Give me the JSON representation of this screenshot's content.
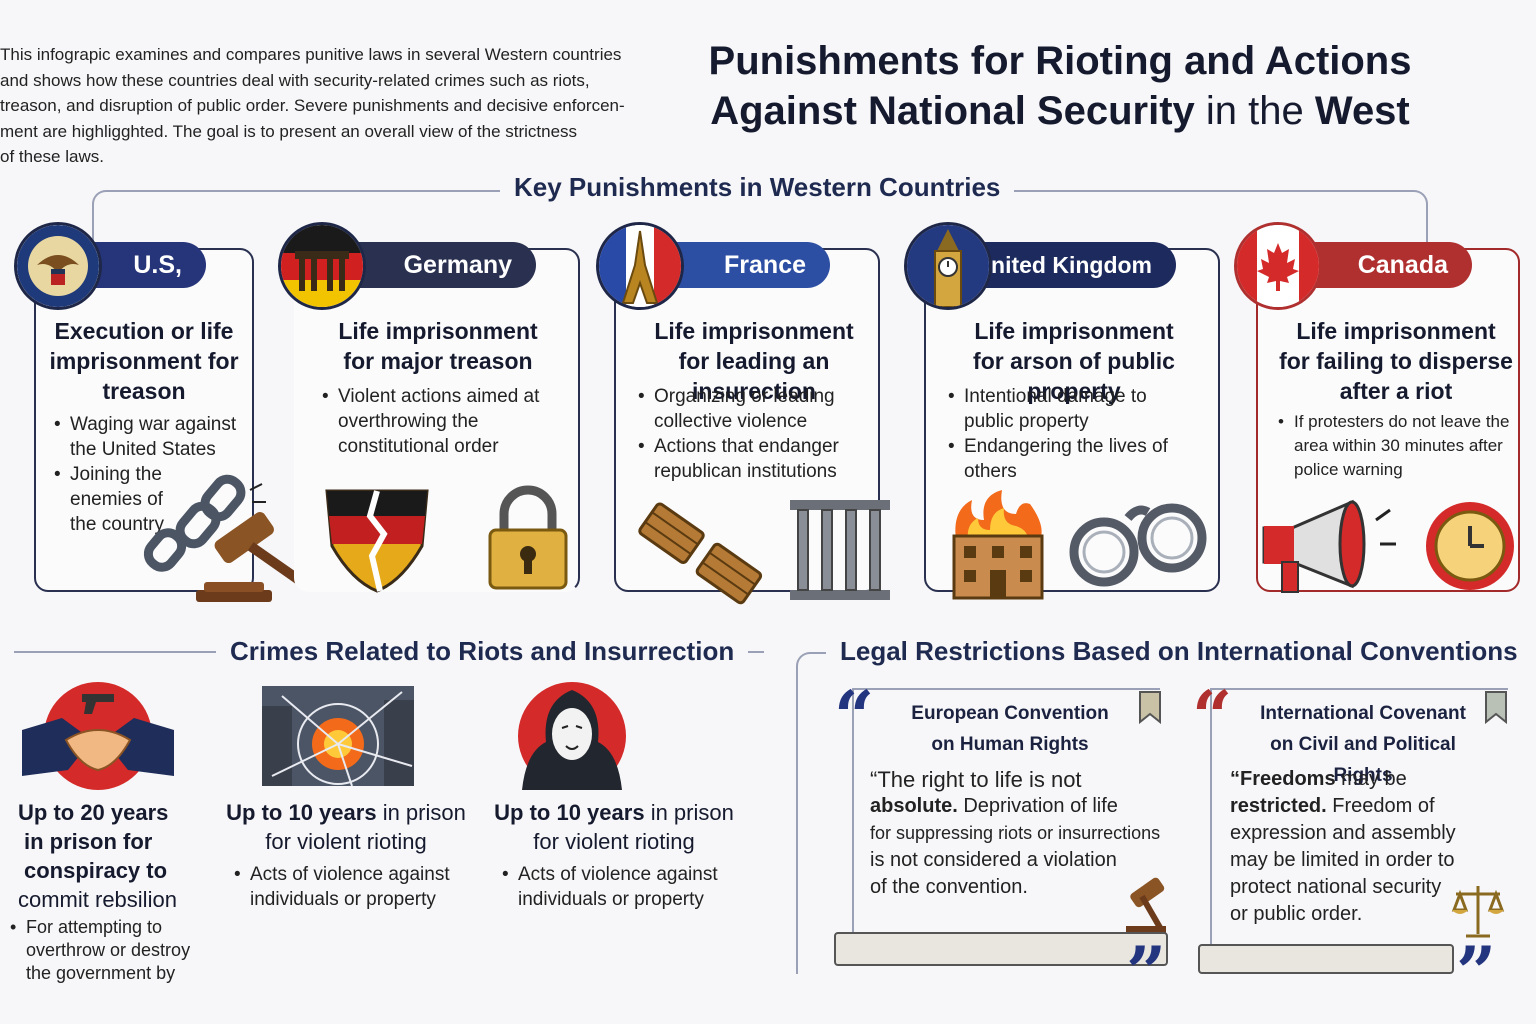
{
  "intro": {
    "line1": "This infograpic examines and compares punitive laws in several Western countries",
    "line2": "and shows how these countries deal with security-related crimes such as riots,",
    "line3": "treason, and disruption of public order. Severe punishments and decisive enforcen-",
    "line4": "ment are highligghted. The goal is to present an overall view of the strictness",
    "line5": "of these laws."
  },
  "title": {
    "line1": "Punishments for Rioting and Actions",
    "line2_bold": "Against National Security",
    "line2_light": "in the",
    "line2_end": "West"
  },
  "key_section": {
    "heading": "Key Punishments in Western Countries"
  },
  "countries": [
    {
      "name": "U.S,",
      "color": "#26357a",
      "title": "Execution or life imprisonment for treason",
      "bullets": [
        "Waging war against the United States",
        "Joining the enemies of the country"
      ],
      "icons": [
        "broken-chain-icon",
        "gavel-icon"
      ]
    },
    {
      "name": "Germany",
      "color": "#2a3150",
      "title_bold": "Life imprisonment",
      "title_rest": "for major treason",
      "bullets": [
        "Violent actions aimed at overthrowing the constitutional order"
      ],
      "icons": [
        "broken-shield-icon",
        "padlock-icon"
      ]
    },
    {
      "name": "France",
      "color": "#2d4fa3",
      "title_bold": "Life imprisonment",
      "title_rest": "for leading an insurection",
      "bullets": [
        "Organizing or leading collective violence",
        "Actions that endanger republican institutions"
      ],
      "icons": [
        "broken-fasces-icon",
        "prison-bars-icon"
      ]
    },
    {
      "name": "United Kingdom",
      "color": "#1d2a5e",
      "title_bold": "Life imprisonment",
      "title_rest": "for arson of public property",
      "bullets": [
        "Intentional damage to public property",
        "Endangering the lives of others"
      ],
      "icons": [
        "burning-building-icon",
        "handcuffs-icon"
      ]
    },
    {
      "name": "Canada",
      "color": "#b03030",
      "title_bold": "Life imprisonment",
      "title_rest": "for failing to disperse after a riot",
      "bullets": [
        "If protesters do not leave the area within 30 minutes after police warning"
      ],
      "icons": [
        "megaphone-icon",
        "clock-icon"
      ]
    }
  ],
  "crimes_section": {
    "heading": "Crimes Related to Riots and Insurrection",
    "items": [
      {
        "bold1": "Up to 20 years",
        "bold2": "in prison for",
        "bold3": "conspiracy to",
        "rest": "commit rebsilion",
        "bullets": [
          "For attempting to overthrow or destroy the government by"
        ],
        "icon": "handshake-gun-icon"
      },
      {
        "bold1": "Up to 10 years",
        "light1": "in prison",
        "rest": "for violent rioting",
        "bullets": [
          "Acts of violence against individuals or property"
        ],
        "icon": "riot-scene-icon"
      },
      {
        "bold1": "Up to 10 years",
        "light1": "in prison",
        "rest": "for violent rioting",
        "bullets": [
          "Acts of violence against individuals or property"
        ],
        "icon": "hooded-mask-icon"
      }
    ]
  },
  "legal_section": {
    "heading": "Legal Restrictions Based on International Conventions",
    "conventions": [
      {
        "title1": "European Convention",
        "title2": "on Human Rights",
        "quote_color": "#243580",
        "text_open": "“The right to life is not",
        "text_bold": "absolute.",
        "text_rest1": "Deprivation of life",
        "text_rest2": "for suppressing riots or insurrections",
        "text_rest3": "is not considered a violation",
        "text_rest4": "of the convention.",
        "icon": "gavel-icon"
      },
      {
        "title1": "International Covenant",
        "title2": "on Civil and Political Rights",
        "quote_color": "#b03030",
        "text_bold1": "“Freedoms",
        "text_rest0": "may be",
        "text_bold": "restricted.",
        "text_rest1": "Freedom of",
        "text_rest2": "expression and assembly",
        "text_rest3": "may be limited in order to",
        "text_rest4": "protect national security",
        "text_rest5": "or public order.",
        "icon": "scales-icon"
      }
    ]
  }
}
